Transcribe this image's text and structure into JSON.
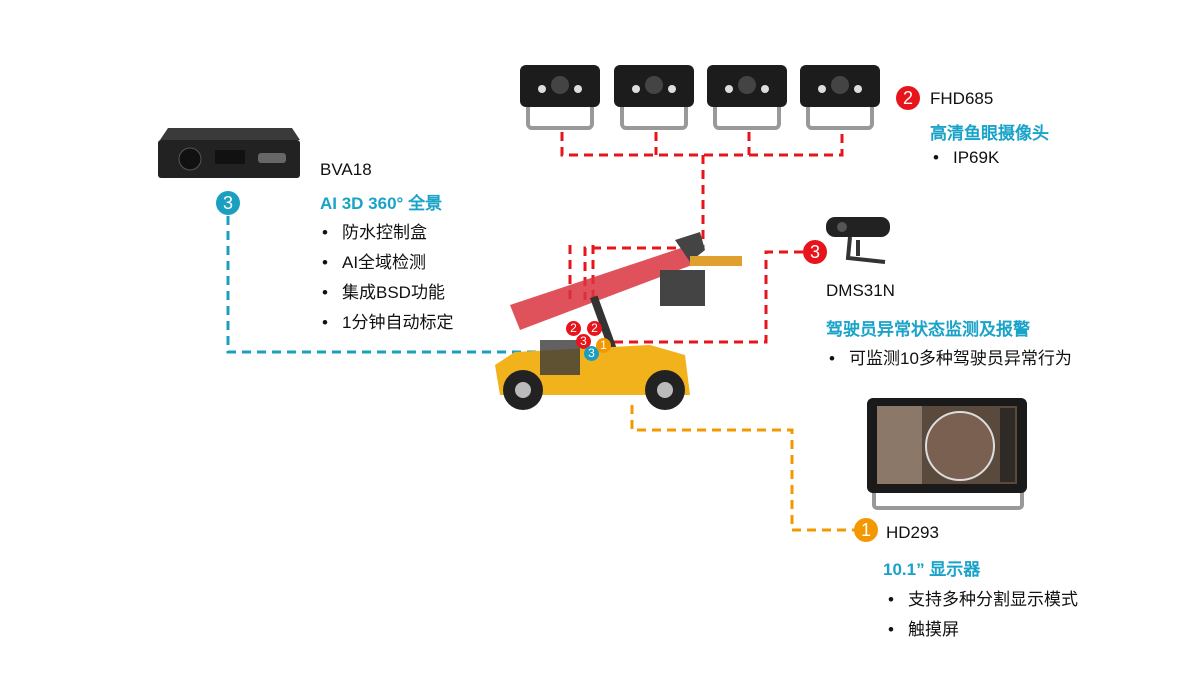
{
  "colors": {
    "red": "#e8141b",
    "teal": "#1a9fc0",
    "orange": "#f39800",
    "title": "#1aa3c8"
  },
  "camera": {
    "badge": "2",
    "model": "FHD685",
    "title": "高清鱼眼摄像头",
    "bullets": [
      "IP69K"
    ]
  },
  "bva": {
    "badge": "3",
    "model": "BVA18",
    "title": "AI 3D 360° 全景",
    "bullets": [
      "防水控制盒",
      "AI全域检测",
      "集成BSD功能",
      "1分钟自动标定"
    ]
  },
  "dms": {
    "badge": "3",
    "model": "DMS31N",
    "title": "驾驶员异常状态监测及报警",
    "bullets": [
      "可监测10多种驾驶员异常行为"
    ]
  },
  "monitor": {
    "badge": "1",
    "model": "HD293",
    "title": "10.1” 显示器",
    "bullets": [
      "支持多种分割显示模式",
      "触摸屏"
    ]
  },
  "vehicle_badges": [
    "2",
    "2",
    "3",
    "3",
    "1"
  ]
}
